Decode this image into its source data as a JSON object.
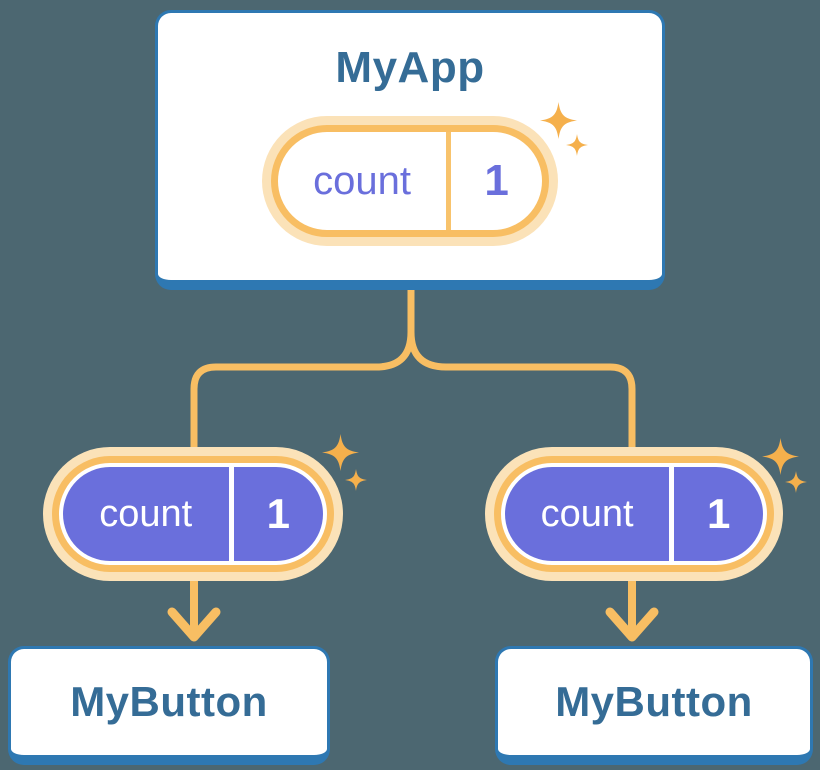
{
  "diagram": {
    "title_hint": "component tree with shared state",
    "root": {
      "title": "MyApp",
      "state": {
        "name": "count",
        "value": "1"
      }
    },
    "children": [
      {
        "title": "MyButton",
        "state": {
          "name": "count",
          "value": "1"
        }
      },
      {
        "title": "MyButton",
        "state": {
          "name": "count",
          "value": "1"
        }
      }
    ]
  },
  "colors": {
    "background": "#4C6771",
    "card_fill": "#FFFFFF",
    "card_border_blue": "#2E78B2",
    "title_text_blue": "#356C96",
    "accent_orange": "#F8BE63",
    "pill_halo_peach": "#FBE2B8",
    "state_purple": "#6A6FDC",
    "sparkle_orange": "#F5B04C"
  },
  "icons": {
    "sparkle": "four-point-star"
  }
}
